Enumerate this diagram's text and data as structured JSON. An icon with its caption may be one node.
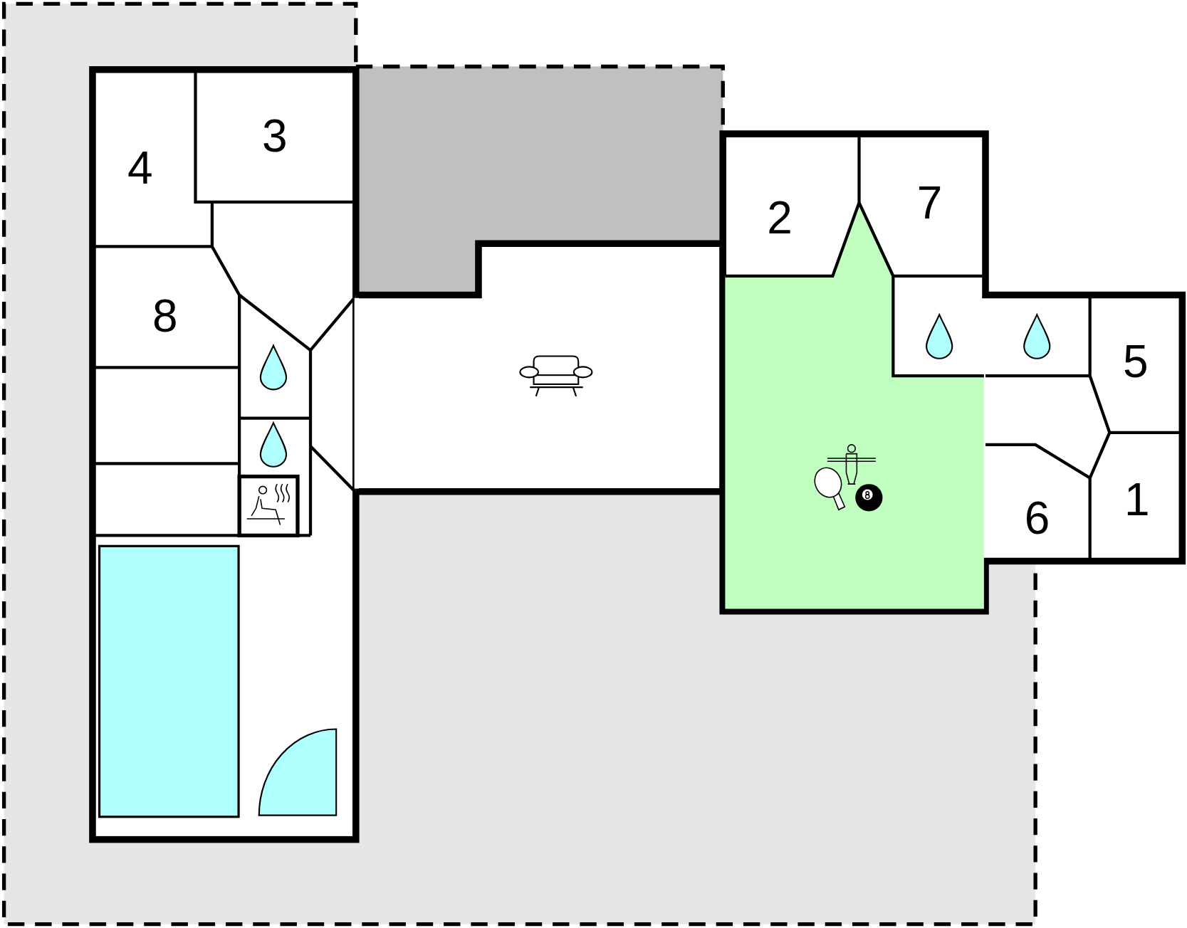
{
  "diagram": {
    "labels": [
      "4",
      "3",
      "8",
      "2",
      "7",
      "5",
      "6",
      "1"
    ]
  }
}
